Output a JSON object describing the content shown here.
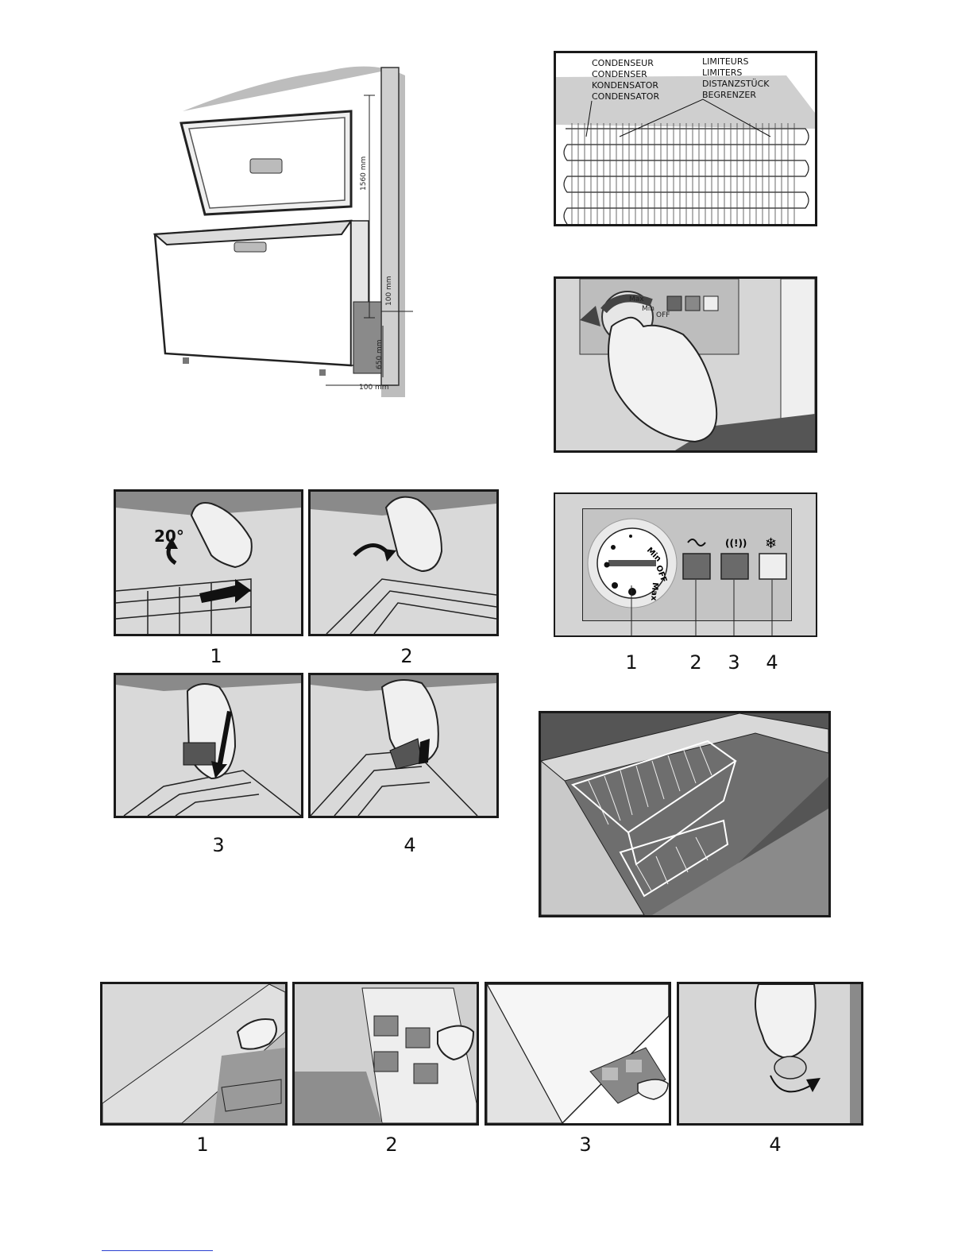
{
  "installation": {
    "height_label": "1560 mm",
    "top_clearance_label": "100 mm",
    "side_clearance_label": "650 mm",
    "bottom_clearance_label": "100 mm"
  },
  "condenser_labels": {
    "left": [
      "CONDENSEUR",
      "CONDENSER",
      "KONDENSATOR",
      "CONDENSATOR"
    ],
    "right": [
      "LIMITEURS",
      "LIMITERS",
      "DISTANZSTÜCK",
      "BEGRENZER"
    ]
  },
  "thermostat_dial": {
    "labels": [
      "Min",
      "Max",
      "OFF"
    ]
  },
  "control_panel": {
    "dial_labels": [
      "Min",
      "OFF",
      "Max"
    ],
    "callouts": [
      "1",
      "2",
      "3",
      "4"
    ],
    "icons": [
      "power-icon",
      "alarm-icon",
      "snowflake-icon"
    ],
    "colors": {
      "lamp_green": "#6a6a6a",
      "lamp_red": "#6a6a6a",
      "lamp_yellow": "#eeeeee"
    }
  },
  "basket_steps": {
    "angle_label": "20°",
    "numbers": [
      "1",
      "2",
      "3",
      "4"
    ]
  },
  "drain_steps": {
    "numbers": [
      "1",
      "2",
      "3",
      "4"
    ]
  }
}
